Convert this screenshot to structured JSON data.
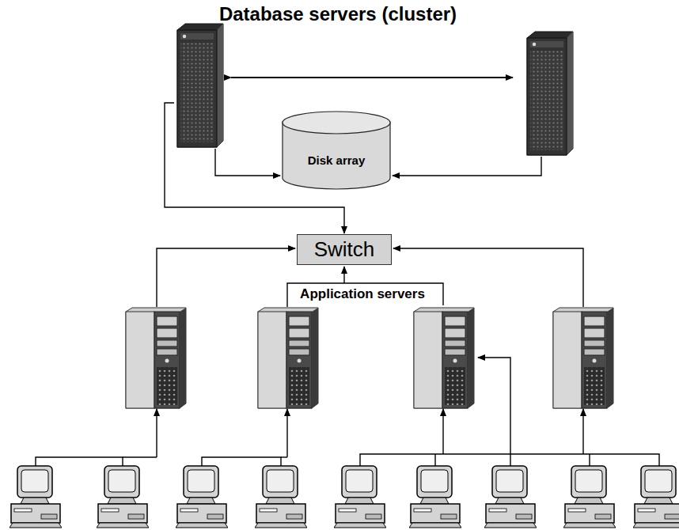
{
  "diagram": {
    "title": "Database servers (cluster)",
    "nodes": [
      {
        "text": [
          "Disk array"
        ]
      },
      {
        "text": [
          "Switch"
        ]
      }
    ],
    "labels": [
      "Application servers"
    ]
  }
}
